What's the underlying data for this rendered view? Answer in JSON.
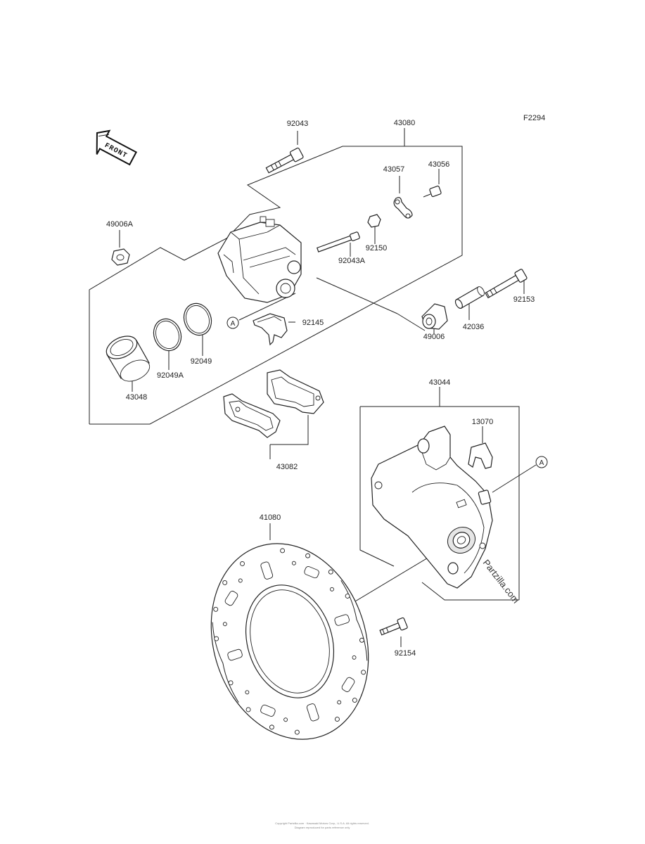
{
  "figure_code": "F2294",
  "front_label": "FRONT",
  "callout_a": "A",
  "watermark": "Partzilla.com",
  "parts": [
    {
      "id": "92043",
      "name": "label-92043"
    },
    {
      "id": "43080",
      "name": "label-43080"
    },
    {
      "id": "43057",
      "name": "label-43057"
    },
    {
      "id": "43056",
      "name": "label-43056"
    },
    {
      "id": "49006A",
      "name": "label-49006a"
    },
    {
      "id": "92150",
      "name": "label-92150"
    },
    {
      "id": "92043A",
      "name": "label-92043a"
    },
    {
      "id": "92153",
      "name": "label-92153"
    },
    {
      "id": "92145",
      "name": "label-92145"
    },
    {
      "id": "42036",
      "name": "label-42036"
    },
    {
      "id": "49006",
      "name": "label-49006"
    },
    {
      "id": "92049",
      "name": "label-92049"
    },
    {
      "id": "92049A",
      "name": "label-92049a"
    },
    {
      "id": "43048",
      "name": "label-43048"
    },
    {
      "id": "43044",
      "name": "label-43044"
    },
    {
      "id": "13070",
      "name": "label-13070"
    },
    {
      "id": "43082",
      "name": "label-43082"
    },
    {
      "id": "41080",
      "name": "label-41080"
    },
    {
      "id": "92154",
      "name": "label-92154"
    }
  ],
  "footer_line1": "Copyright Partzilla.com · Kawasaki Motors Corp., U.S.A. All rights reserved.",
  "footer_line2": "Diagram reproduced for parts reference only"
}
